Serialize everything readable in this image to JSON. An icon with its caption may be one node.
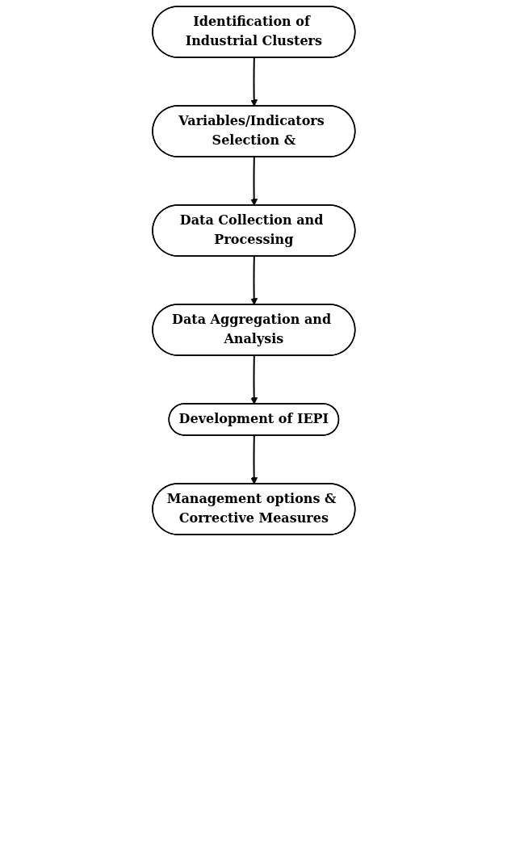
{
  "diagram": {
    "nodes": [
      {
        "text": [
          "Identification of Industrial Clusters"
        ]
      },
      {
        "text": [
          "Variables/Indicators Selection &"
        ]
      },
      {
        "text": [
          "Data Collection and Processing"
        ]
      },
      {
        "text": [
          "Data Aggregation and Analysis"
        ]
      },
      {
        "text": [
          "Development of IEPI"
        ]
      },
      {
        "text": [
          "Management options & Corrective Measures"
        ]
      }
    ],
    "edges": [
      {
        "from": 0,
        "to": 1,
        "arrow": "to"
      },
      {
        "from": 1,
        "to": 2,
        "arrow": "to"
      },
      {
        "from": 2,
        "to": 3,
        "arrow": "to"
      },
      {
        "from": 3,
        "to": 4,
        "arrow": "to"
      },
      {
        "from": 4,
        "to": 5,
        "arrow": "to"
      }
    ]
  }
}
